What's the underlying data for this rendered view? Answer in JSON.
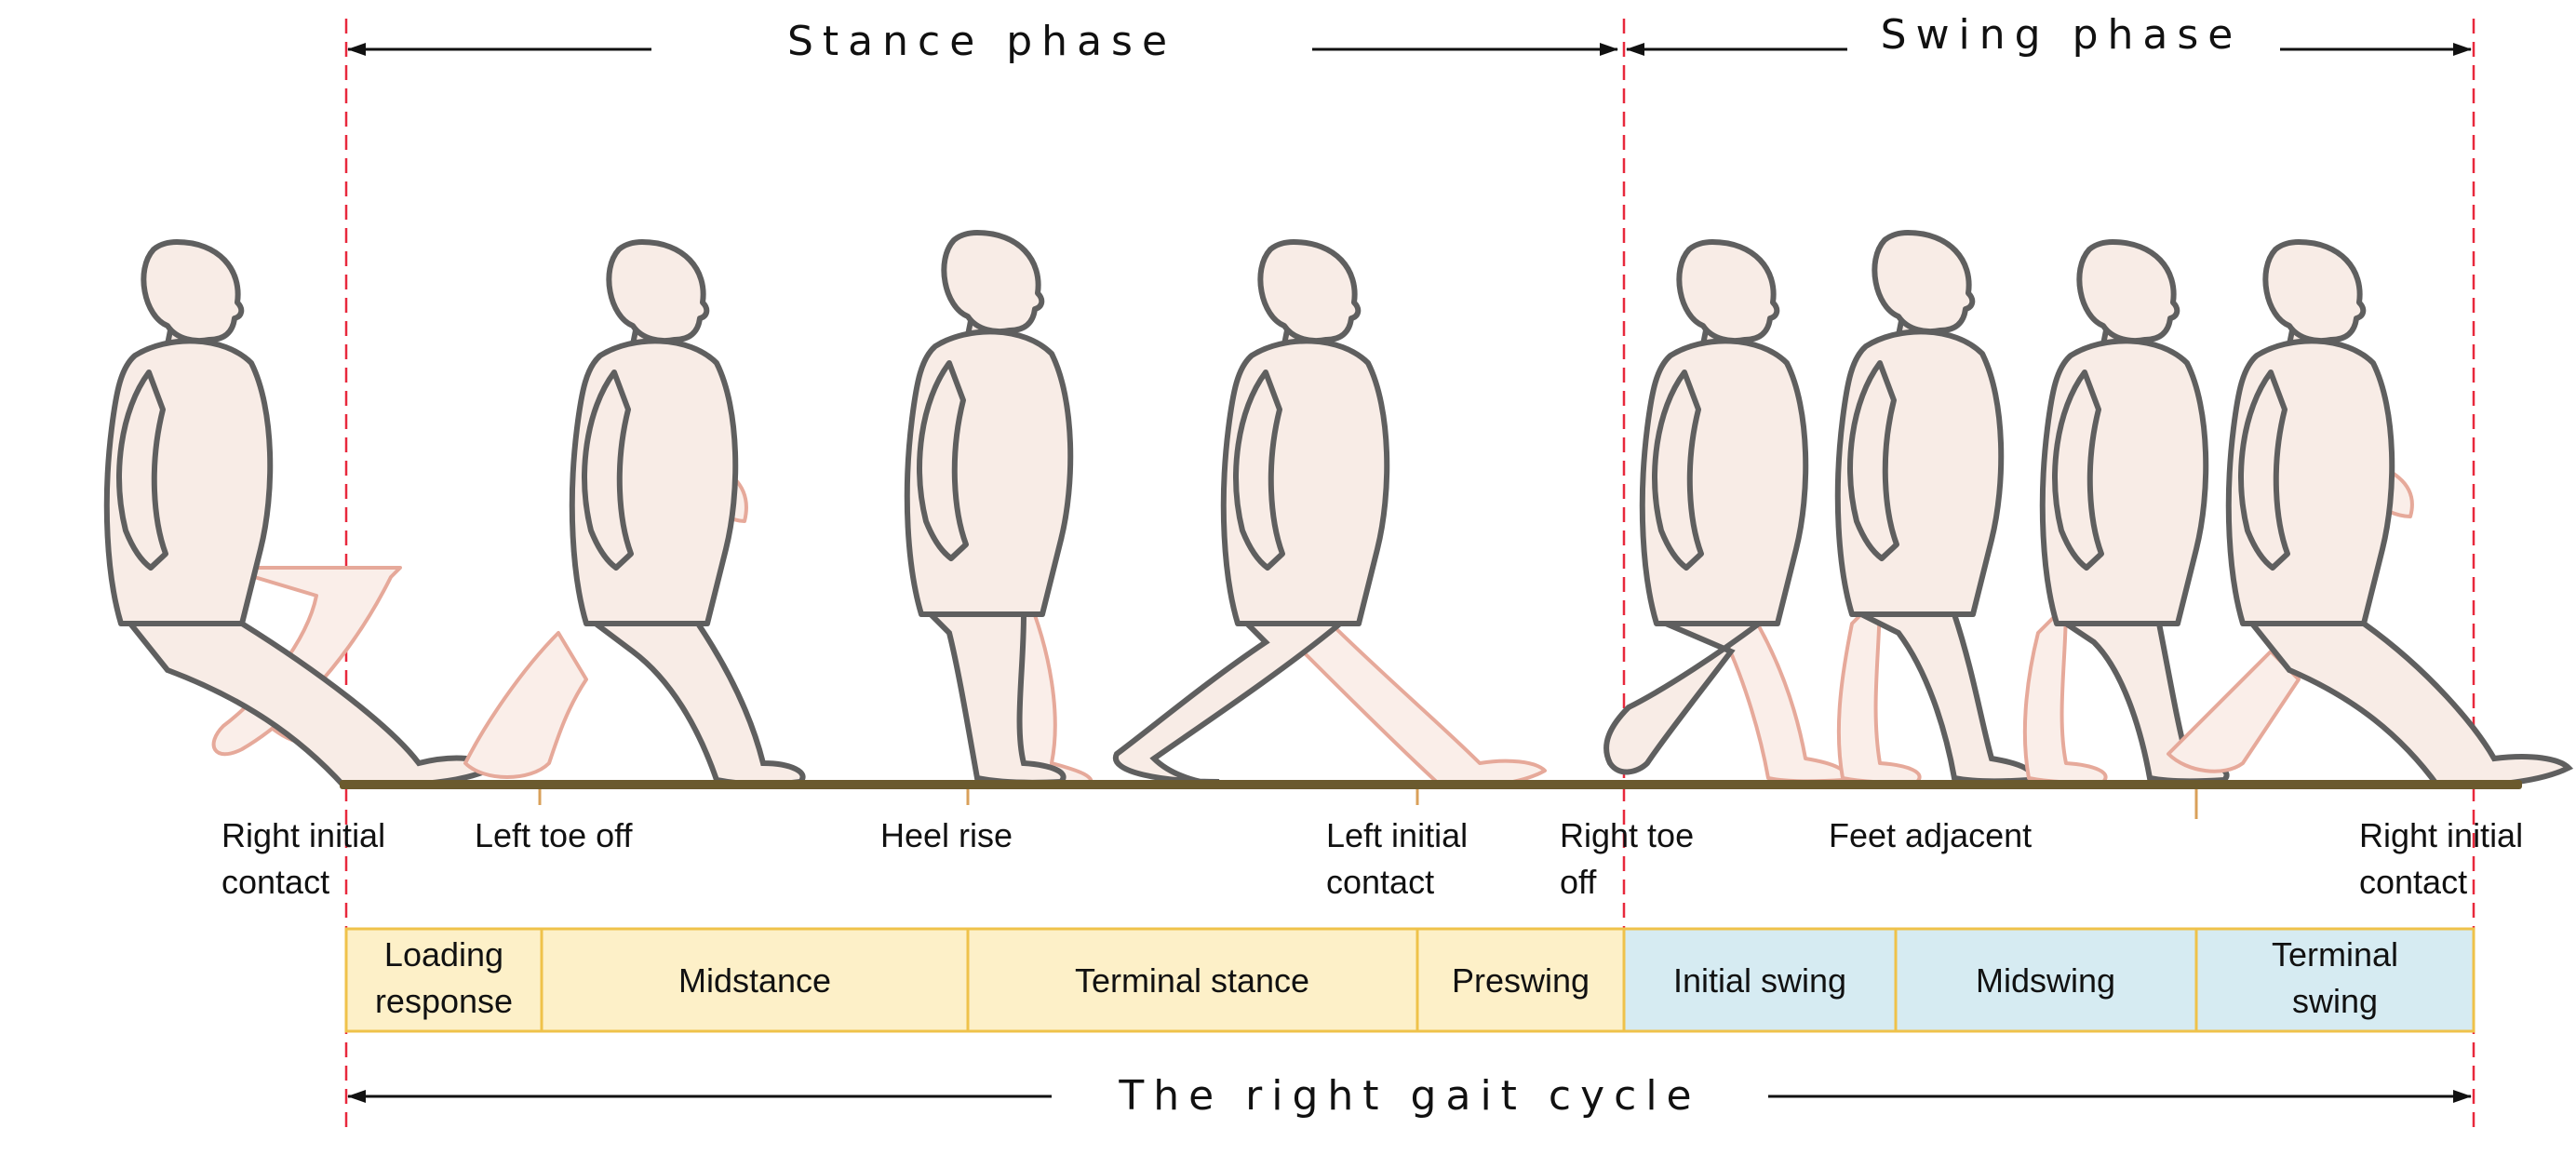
{
  "phases": {
    "stance": "Stance phase",
    "swing": "Swing phase",
    "cycle": "The right gait cycle"
  },
  "events": [
    {
      "id": "right-initial-contact-start",
      "lines": [
        "Right initial",
        "contact"
      ]
    },
    {
      "id": "left-toe-off",
      "lines": [
        "Left toe off"
      ]
    },
    {
      "id": "heel-rise",
      "lines": [
        "Heel rise"
      ]
    },
    {
      "id": "left-initial-contact",
      "lines": [
        "Left initial",
        "contact"
      ]
    },
    {
      "id": "right-toe-off",
      "lines": [
        "Right toe",
        "off"
      ]
    },
    {
      "id": "feet-adjacent",
      "lines": [
        "Feet adjacent"
      ]
    },
    {
      "id": "right-initial-contact-end",
      "lines": [
        "Right initial",
        "contact"
      ]
    }
  ],
  "subphases": [
    {
      "id": "loading-response",
      "lines": [
        "Loading",
        "response"
      ],
      "phase": "stance"
    },
    {
      "id": "midstance",
      "lines": [
        "Midstance"
      ],
      "phase": "stance"
    },
    {
      "id": "terminal-stance",
      "lines": [
        "Terminal stance"
      ],
      "phase": "stance"
    },
    {
      "id": "preswing",
      "lines": [
        "Preswing"
      ],
      "phase": "stance"
    },
    {
      "id": "initial-swing",
      "lines": [
        "Initial swing"
      ],
      "phase": "swing"
    },
    {
      "id": "midswing",
      "lines": [
        "Midswing"
      ],
      "phase": "swing"
    },
    {
      "id": "terminal-swing",
      "lines": [
        "Terminal",
        "swing"
      ],
      "phase": "swing"
    }
  ],
  "colors": {
    "stance_fill": "#fdf0c8",
    "swing_fill": "#d6ebf2",
    "guide_line": "#e8283c",
    "ground": "#6b5a2e",
    "figure_outline": "#5f5f5f",
    "figure_back_outline": "#e6a99a"
  }
}
